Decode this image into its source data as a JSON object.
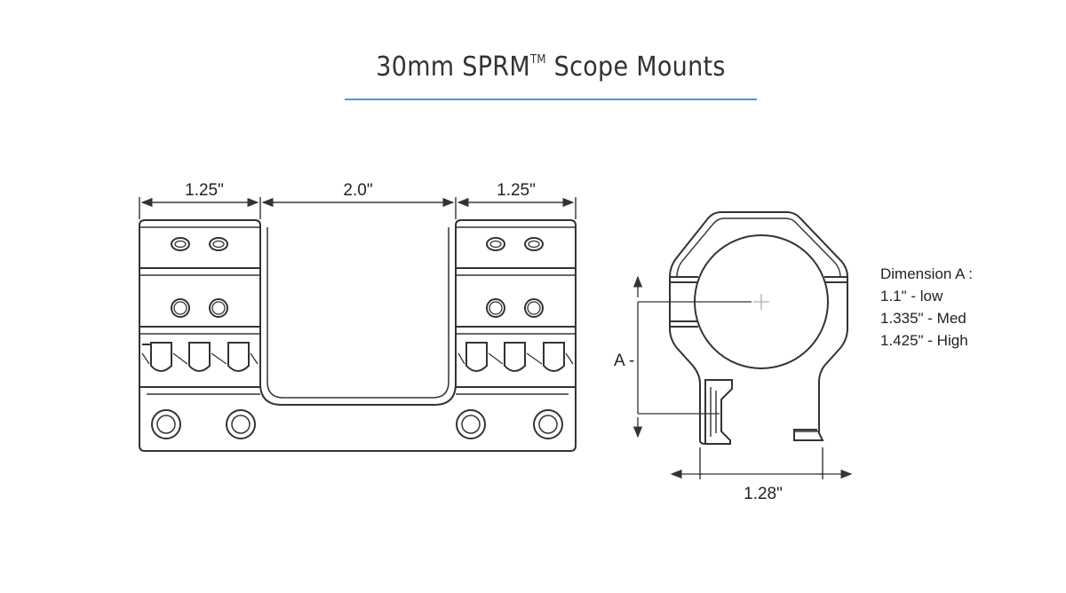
{
  "title": {
    "main": "30mm SPRM",
    "trademark": "TM",
    "suffix": " Scope Mounts"
  },
  "dimensions": {
    "left_ring_width": "1.25\"",
    "gap_width": "2.0\"",
    "right_ring_width": "1.25\"",
    "base_width": "1.28\"",
    "height_label": "A -"
  },
  "dimension_a": {
    "heading": "Dimension A :",
    "options": [
      "1.1\" - low",
      "1.335\" - Med",
      "1.425\" - High"
    ]
  },
  "colors": {
    "line": "#333333",
    "accent_rule": "#5b8fd6"
  }
}
